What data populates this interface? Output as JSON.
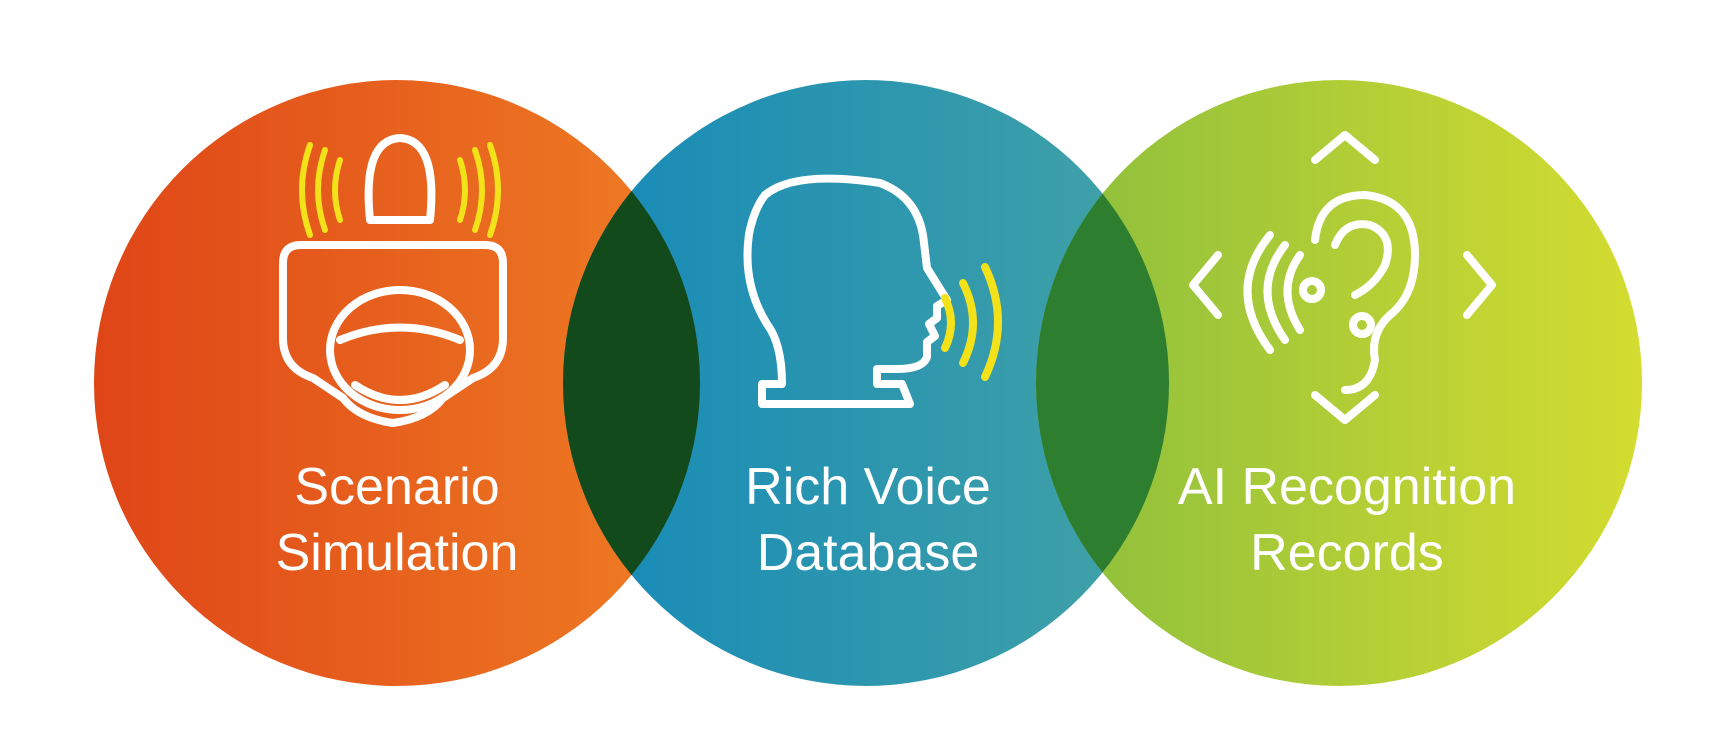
{
  "circles": [
    {
      "line1": "Scenario",
      "line2": "Simulation",
      "icon": "driver-steering-wheel-icon",
      "color_start": "#df4517",
      "color_end": "#ef7e24"
    },
    {
      "line1": "Rich Voice",
      "line2": "Database",
      "icon": "speaking-head-icon",
      "color_start": "#1589b8",
      "color_end": "#43a3a6"
    },
    {
      "line1": "AI Recognition",
      "line2": "Records",
      "icon": "ear-recognition-icon",
      "color_start": "#8bbe3d",
      "color_end": "#d4dc30"
    }
  ],
  "overlap_colors": [
    "#124a1c",
    "#2d7e2f"
  ],
  "accent_yellow": "#f3e21a"
}
